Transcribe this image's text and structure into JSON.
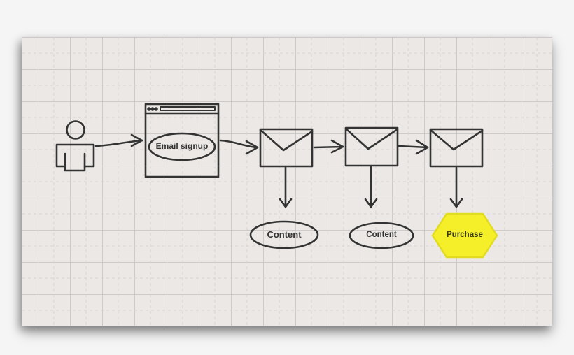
{
  "diagram": {
    "nodes": {
      "user": {
        "type": "person",
        "label": ""
      },
      "signup_page": {
        "type": "browser-window",
        "label": "Email signup"
      },
      "email_1": {
        "type": "envelope"
      },
      "email_2": {
        "type": "envelope"
      },
      "email_3": {
        "type": "envelope"
      },
      "content_1": {
        "type": "ellipse",
        "label": "Content"
      },
      "content_2": {
        "type": "ellipse",
        "label": "Content"
      },
      "purchase": {
        "type": "hexagon",
        "label": "Purchase",
        "fill": "#f5ef2a",
        "stroke": "#e4dd1c"
      }
    },
    "edges": [
      {
        "from": "user",
        "to": "signup_page"
      },
      {
        "from": "signup_page",
        "to": "email_1"
      },
      {
        "from": "email_1",
        "to": "email_2"
      },
      {
        "from": "email_2",
        "to": "email_3"
      },
      {
        "from": "email_1",
        "to": "content_1"
      },
      {
        "from": "email_2",
        "to": "content_2"
      },
      {
        "from": "email_3",
        "to": "purchase"
      }
    ],
    "colors": {
      "board": "#ece8e5",
      "stroke": "#333333",
      "grid": "#d4cfcd"
    }
  }
}
